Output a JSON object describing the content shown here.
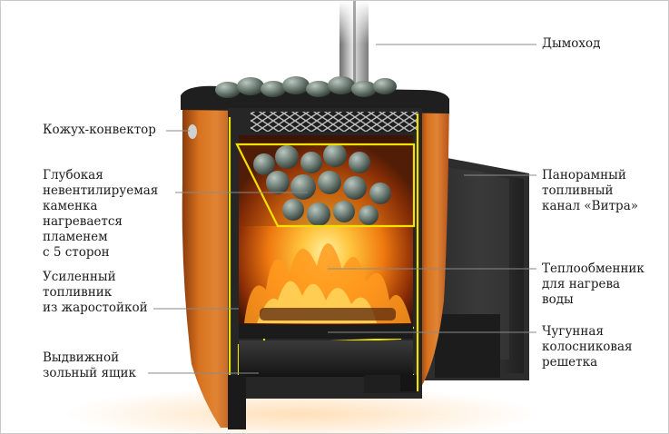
{
  "labels": {
    "chimney": "Дымоход",
    "casing": "Кожух-конвектор",
    "stone_chamber": "Глубокая\nневентилируемая\nкаменка\nнагревается\nпламенем\nс 5 сторон",
    "firebox": "Усиленный\nтопливник\nиз жаростойкой",
    "ash_drawer": "Выдвижной\nзольный ящик",
    "fuel_channel": "Панорамный\nтопливный\nканал «Витра»",
    "heat_exchanger": "Теплообменник\nдля нагрева\nводы",
    "grate": "Чугунная\nколосниковая\nрешетка"
  },
  "colors": {
    "body_orange": "#d2691e",
    "edge_dark": "#2a2220",
    "highlight_yellow": "#f2e200",
    "leader_line": "#8a8a8a",
    "flame": "#ff8c1a"
  }
}
